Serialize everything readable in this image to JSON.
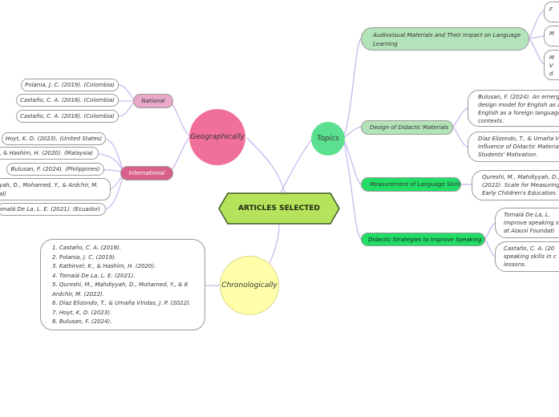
{
  "root": {
    "label": "ARTICLES SELECTED"
  },
  "geo": {
    "label": "Geographically",
    "national": {
      "label": "National",
      "items": [
        "Polania, J. C. (2019). (Colombia)",
        "Castaño, C. A. (2016). (Colombia)",
        "Castaño, C. A. (2016). (Colombia)"
      ]
    },
    "international": {
      "label": "International",
      "items": [
        "Hoyt, K. D. (2023). (United States)",
        "al, K., & Hashim, H. (2020). (Malaysia)",
        "Bulusan, F. (2024). (Philippines)",
        "yah, D., Mohamed, Y., & Ardchir, M.",
        "al)",
        "Tomalá De La, L. E. (2021). (Ecuador)"
      ]
    }
  },
  "topics": {
    "label": "Topics",
    "t1": {
      "label": [
        "Audiovisual Materials and Their Impact on Language",
        "Learning"
      ],
      "leaves": [
        "F",
        "M",
        "M",
        "V",
        "d"
      ]
    },
    "t2": {
      "label": "Design of Didactic Materials",
      "leaf1": [
        "Bulusan, F. (2024). An emerging",
        "design model for English as a sec",
        "English as a foreign language (E",
        "contexts."
      ],
      "leaf2": [
        "Díaz Elizondo, T., & Umaña Vinda",
        "Influence of Didactic Materials on",
        "Students' Motivation."
      ]
    },
    "t3": {
      "label": "Measurement of Language Skills",
      "leaf": [
        "Qureshi, M., Mahdiyyah, D.,",
        "(2022). Scale for Measuring",
        "Early Children's Education."
      ]
    },
    "t4": {
      "label": "Didactic Strategies to Improve Speaking Skills",
      "leaf1": [
        "Tomalá De La, L.",
        "improve speaking s",
        "at Alausí Foundati"
      ],
      "leaf2": [
        "Castaño, C. A. (20",
        "speaking skills in c",
        "lessons."
      ]
    }
  },
  "chrono": {
    "label": "Chronologically",
    "items": [
      "1. Castaño, C. A. (2016).",
      "2. Polania, J. C. (2019).",
      "3. Kathirvel, K., & Hashim, H. (2020).",
      "4. Tomalá De La, L. E. (2021).",
      "5. Qureshi, M., Mahdiyyah, D., Mohamed, Y., & 6",
      "Ardchir, M. (2022).",
      "6. Díaz Elizondo, T., & Umaña Vindas, J. P. (2022).",
      "7. Hoyt, K. D. (2023).",
      "8. Bulusan, F. (2024)."
    ]
  },
  "colors": {
    "root": "#b5e35c",
    "geo": "#f0709a",
    "national": "#e8a8c8",
    "international": "#d9608a",
    "topics": "#5be08f",
    "topic_box": "#b3e3b8",
    "topic_bright": "#22dd66",
    "chrono": "#ffffaa",
    "link": "#c9b8ee"
  }
}
